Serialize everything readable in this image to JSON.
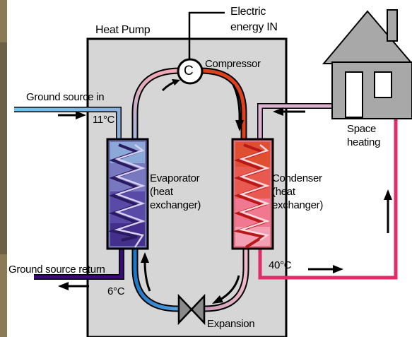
{
  "labels": {
    "heat_pump": "Heat Pump",
    "electric_line1": "Electric",
    "electric_line2": "energy IN",
    "compressor": "Compressor",
    "compressor_symbol": "C",
    "ground_source_in": "Ground source in",
    "temp_in": "11°C",
    "evaporator_line1": "Evaporator",
    "evaporator_line2": "(heat",
    "evaporator_line3": "exchanger)",
    "condenser_line1": "Condenser",
    "condenser_line2": "(heat",
    "condenser_line3": "exchanger)",
    "space_line1": "Space",
    "space_line2": "heating",
    "ground_source_return": "Ground source return",
    "temp_return": "6°C",
    "temp_out": "40°C",
    "expansion": "Expansion"
  },
  "colors": {
    "unit_fill": "#d6d6d6",
    "cold_in": "#6ec6ee",
    "cold_out": "#3a0a78",
    "loop_hot": "#e0401a",
    "loop_warm": "#f0a0b0",
    "loop_cold": "#1e78c8",
    "heating_flow": "#e02c6a",
    "heating_return": "#dcb0d0",
    "house": "#a8a8a8"
  }
}
